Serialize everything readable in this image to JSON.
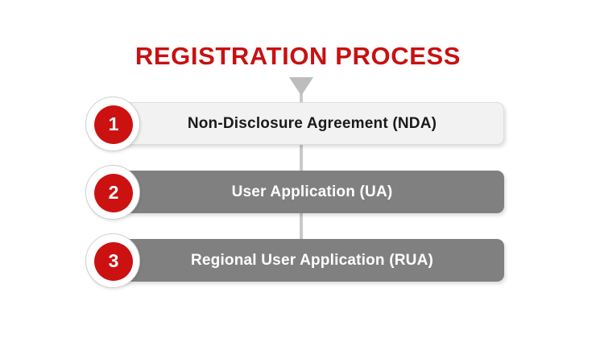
{
  "page": {
    "title": "REGISTRATION PROCESS",
    "background_color": "#ffffff"
  },
  "colors": {
    "title_red": "#c81111",
    "badge_red": "#cc1111",
    "bar_gray": "#808080",
    "bar_light": "#f2f2f2",
    "connector_gray": "#c9c9c9",
    "arrow_gray": "#bdbdbd",
    "label_dark": "#1a1a1a",
    "label_light": "#ffffff"
  },
  "flow": {
    "arrow_icon": "triangle-down-icon",
    "connector_icon": "vertical-connector-line",
    "steps": [
      {
        "number": "1",
        "label": "Non-Disclosure Agreement (NDA)",
        "style": "light"
      },
      {
        "number": "2",
        "label": "User Application (UA)",
        "style": "dark"
      },
      {
        "number": "3",
        "label": "Regional User Application (RUA)",
        "style": "dark"
      }
    ]
  }
}
